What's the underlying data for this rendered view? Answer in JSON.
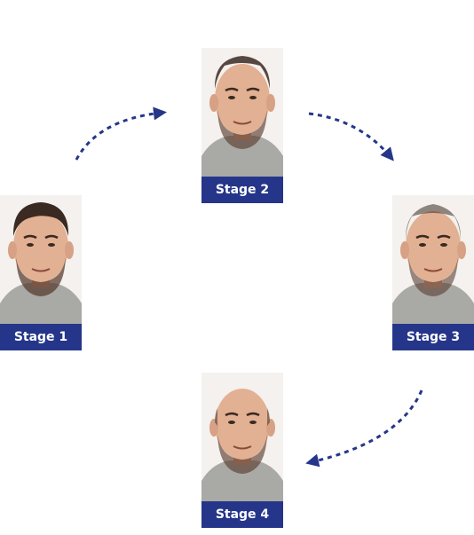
{
  "colors": {
    "accent": "#25368a",
    "skin": "#e2b092",
    "shirt": "#a9a9a6",
    "hair": "#3a2a22"
  },
  "stages": [
    {
      "label": "Stage 1",
      "hair": "full"
    },
    {
      "label": "Stage 2",
      "hair": "receding"
    },
    {
      "label": "Stage 3",
      "hair": "thinning"
    },
    {
      "label": "Stage 4",
      "hair": "bald"
    }
  ],
  "arrows": [
    {
      "from": "Stage 1",
      "to": "Stage 2"
    },
    {
      "from": "Stage 2",
      "to": "Stage 3"
    },
    {
      "from": "Stage 3",
      "to": "Stage 4"
    }
  ]
}
